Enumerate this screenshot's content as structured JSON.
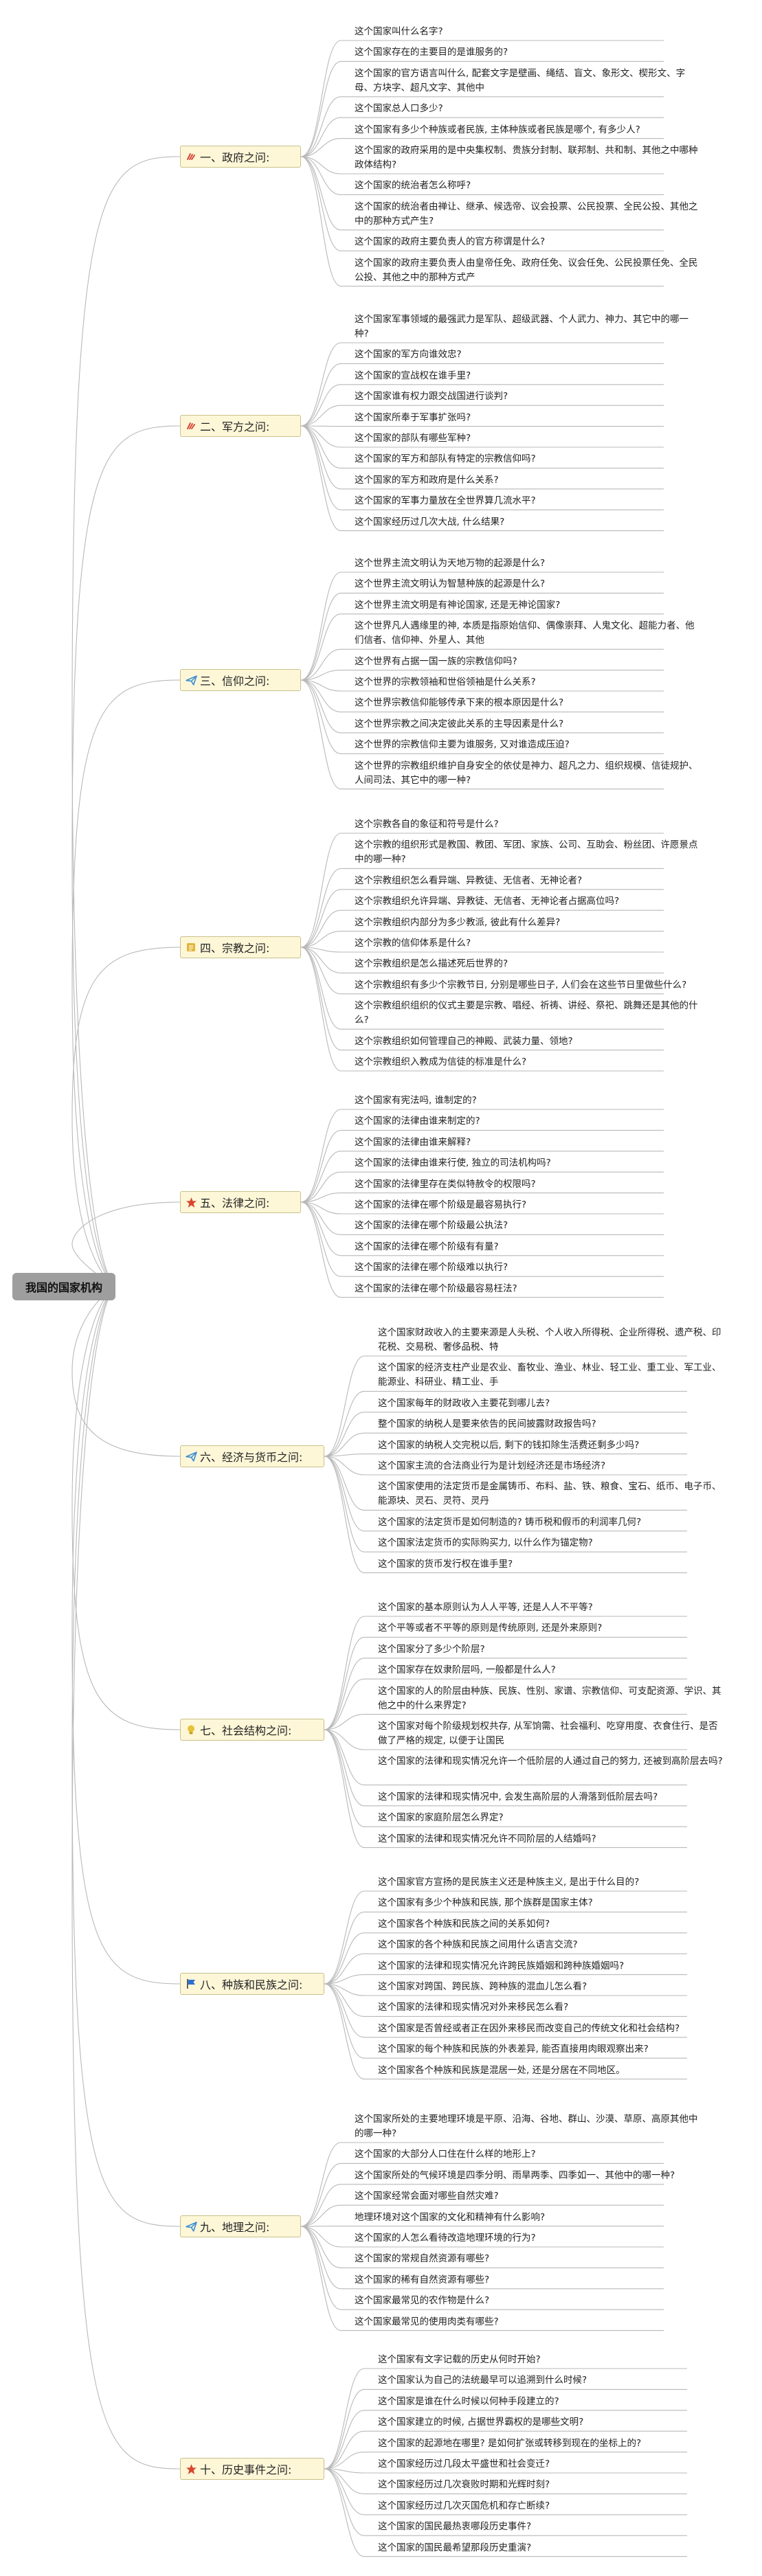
{
  "root": {
    "label": "我国的国家机构"
  },
  "branches": [
    {
      "label": "一、政府之问:",
      "icon": "red-scribble-icon",
      "icon_color": "#d94a3a",
      "leaves": [
        "这个国家叫什么名字?",
        "这个国家存在的主要目的是谁服务的?",
        "这个国家的官方语言叫什么, 配套文字是壁画、绳结、盲文、象形文、楔形文、字母、方块字、超凡文字、其他中",
        "这个国家总人口多少?",
        "这个国家有多少个种族或者民族, 主体种族或者民族是哪个, 有多少人?",
        "这个国家的政府采用的是中央集权制、贵族分封制、联邦制、共和制、其他之中哪种政体结构?",
        "这个国家的统治者怎么称呼?",
        "这个国家的统治者由禅让、继承、候选帝、议会投票、公民投票、全民公投、其他之中的那种方式产生?",
        "这个国家的政府主要负责人的官方称谓是什么?",
        "这个国家的政府主要负责人由皇帝任免、政府任免、议会任免、公民投票任免、全民公投、其他之中的那种方式产"
      ]
    },
    {
      "label": "二、军方之问:",
      "icon": "red-scribble-icon",
      "icon_color": "#d94a3a",
      "leaves": [
        "这个国家军事领域的最强武力是军队、超级武器、个人武力、神力、其它中的哪一种?",
        "这个国家的军方向谁效忠?",
        "这个国家的宣战权在谁手里?",
        "这个国家谁有权力跟交战国进行谈判?",
        "这个国家所奉于军事扩张吗?",
        "这个国家的部队有哪些军种?",
        "这个国家的军方和部队有特定的宗教信仰吗?",
        "这个国家的军方和政府是什么关系?",
        "这个国家的军事力量放在全世界算几流水平?",
        "这个国家经历过几次大战, 什么结果?"
      ]
    },
    {
      "label": "三、信仰之问:",
      "icon": "blue-paper-plane-icon",
      "icon_color": "#3f8fd2",
      "leaves": [
        "这个世界主流文明认为天地万物的起源是什么?",
        "这个世界主流文明认为智慧种族的起源是什么?",
        "这个世界主流文明是有神论国家, 还是无神论国家?",
        "这个世界凡人遇缘里的神, 本质是指原始信仰、偶像崇拜、人鬼文化、超能力者、他们信者、信仰神、外星人、其他",
        "这个世界有占据一国一族的宗教信仰吗?",
        "这个世界的宗教领袖和世俗领袖是什么关系?",
        "这个世界宗教信仰能够传承下来的根本原因是什么?",
        "这个世界宗教之间决定彼此关系的主导因素是什么?",
        "这个世界的宗教信仰主要为谁服务, 又对谁造成压迫?",
        "这个世界的宗教组织维护自身安全的依仗是神力、超凡之力、组织规模、信徒规护、人间司法、其它中的哪一种?"
      ]
    },
    {
      "label": "四、宗教之问:",
      "icon": "yellow-note-icon",
      "icon_color": "#e3b53b",
      "leaves": [
        "这个宗教各自的象征和符号是什么?",
        "这个宗教的组织形式是教国、教团、军团、家族、公司、互助会、粉丝团、许愿景点中的哪一种?",
        "这个宗教组织怎么看异端、异教徒、无信者、无神论者?",
        "这个宗教组织允许异端、异教徒、无信者、无神论者占据高位吗?",
        "这个宗教组织内部分为多少教派, 彼此有什么差异?",
        "这个宗教的信仰体系是什么?",
        "这个宗教组织是怎么描述死后世界的?",
        "这个宗教组织有多少个宗教节日, 分别是哪些日子, 人们会在这些节日里做些什么?",
        "这个宗教组织组织的仪式主要是宗教、唱经、祈祷、讲经、祭祀、跳舞还是其他的什么?",
        "这个宗教组织如何管理自己的神殿、武装力量、领地?",
        "这个宗教组织入教成为信徒的标准是什么?"
      ]
    },
    {
      "label": "五、法律之问:",
      "icon": "red-star-icon",
      "icon_color": "#d9462f",
      "leaves": [
        "这个国家有宪法吗, 谁制定的?",
        "这个国家的法律由谁来制定的?",
        "这个国家的法律由谁来解释?",
        "这个国家的法律由谁来行使, 独立的司法机构吗?",
        "这个国家的法律里存在类似特赦令的权限吗?",
        "这个国家的法律在哪个阶级是最容易执行?",
        "这个国家的法律在哪个阶级最公执法?",
        "这个国家的法律在哪个阶级有有量?",
        "这个国家的法律在哪个阶级难以执行?",
        "这个国家的法律在哪个阶级最容易枉法?"
      ]
    },
    {
      "label": "六、经济与货币之问:",
      "icon": "blue-paper-plane-icon",
      "icon_color": "#3f8fd2",
      "leaves": [
        "这个国家财政收入的主要来源是人头税、个人收入所得税、企业所得税、遗产税、印花税、交易税、奢侈品税、特",
        "这个国家的经济支柱产业是农业、畜牧业、渔业、林业、轻工业、重工业、军工业、能源业、科研业、精工业、手",
        "这个国家每年的财政收入主要花到哪儿去?",
        "整个国家的纳税人是要来依告的民间披露财政报告吗?",
        "这个国家的纳税人交完税以后, 剩下的钱扣除生活费还剩多少吗?",
        "这个国家主流的合法商业行为是计划经济还是市场经济?",
        "这个国家使用的法定货币是金属铸币、布料、盐、铁、粮食、宝石、纸币、电子币、能源块、灵石、灵符、灵丹",
        "这个国家的法定货币是如何制造的? 铸币税和假币的利润率几何?",
        "这个国家法定货币的实际购买力, 以什么作为锚定物?",
        "这个国家的货币发行权在谁手里?"
      ]
    },
    {
      "label": "七、社会结构之问:",
      "icon": "yellow-bulb-icon",
      "icon_color": "#e5c23a",
      "leaves": [
        "这个国家的基本原则认为人人平等, 还是人人不平等?",
        "这个平等或者不平等的原则是传统原则, 还是外来原则?",
        "这个国家分了多少个阶层?",
        "这个国家存在奴隶阶层吗, 一般都是什么人?",
        "这个国家的人的阶层由种族、民族、性别、家谱、宗教信仰、可支配资源、学识、其他之中的什么来界定?",
        "这个国家对每个阶级规划权共存, 从军饷需、社会福利、吃穿用度、衣食住行、是否做了严格的规定, 以便于让国民",
        "这个国家的法律和现实情况允许一个低阶层的人通过自己的努力, 还被到高阶层去吗?",
        "这个国家的法律和现实情况中, 会发生高阶层的人滑落到低阶层去吗?",
        "这个国家的家庭阶层怎么界定?",
        "这个国家的法律和现实情况允许不同阶层的人结婚吗?"
      ]
    },
    {
      "label": "八、种族和民族之问:",
      "icon": "blue-flag-icon",
      "icon_color": "#2d6fd0",
      "leaves": [
        "这个国家官方宣扬的是民族主义还是种族主义, 是出于什么目的?",
        "这个国家有多少个种族和民族, 那个族群是国家主体?",
        "这个国家各个种族和民族之间的关系如何?",
        "这个国家的各个种族和民族之间用什么语言交流?",
        "这个国家的法律和现实情况允许跨民族婚姻和跨种族婚姻吗?",
        "这个国家对跨国、跨民族、跨种族的混血儿怎么看?",
        "这个国家的法律和现实情况对外来移民怎么看?",
        "这个国家是否曾经或者正在因外来移民而改变自己的传统文化和社会结构?",
        "这个国家的每个种族和民族的外表差异, 能否直接用肉眼观察出来?",
        "这个国家各个种族和民族是混居一处, 还是分居在不同地区。"
      ]
    },
    {
      "label": "九、地理之问:",
      "icon": "blue-paper-plane-icon",
      "icon_color": "#3f8fd2",
      "leaves": [
        "这个国家所处的主要地理环境是平原、沿海、谷地、群山、沙漠、草原、高原其他中的哪一种?",
        "这个国家的大部分人口住在什么样的地形上?",
        "这个国家所处的气候环境是四季分明、雨旱两季、四季如一、其他中的哪一种?",
        "这个国家经常会面对哪些自然灾难?",
        "地理环境对这个国家的文化和精神有什么影响?",
        "这个国家的人怎么看待改造地理环境的行为?",
        "这个国家的常规自然资源有哪些?",
        "这个国家的稀有自然资源有哪些?",
        "这个国家最常见的农作物是什么?",
        "这个国家最常见的使用肉类有哪些?"
      ]
    },
    {
      "label": "十、历史事件之问:",
      "icon": "red-star-icon",
      "icon_color": "#d9462f",
      "leaves": [
        "这个国家有文字记载的历史从何时开始?",
        "这个国家认为自己的法统最早可以追溯到什么时候?",
        "这个国家是谁在什么时候以何种手段建立的?",
        "这个国家建立的时候, 占据世界霸权的是哪些文明?",
        "这个国家的起源地在哪里? 是如何扩张或转移到现在的坐标上的?",
        "这个国家经历过几段太平盛世和社会变迁?",
        "这个国家经历过几次衰败时期和光辉时刻?",
        "这个国家经历过几次灭国危机和存亡断续?",
        "这个国家的国民最热衷哪段历史事件?",
        "这个国家的国民最希望那段历史重演?"
      ]
    }
  ]
}
